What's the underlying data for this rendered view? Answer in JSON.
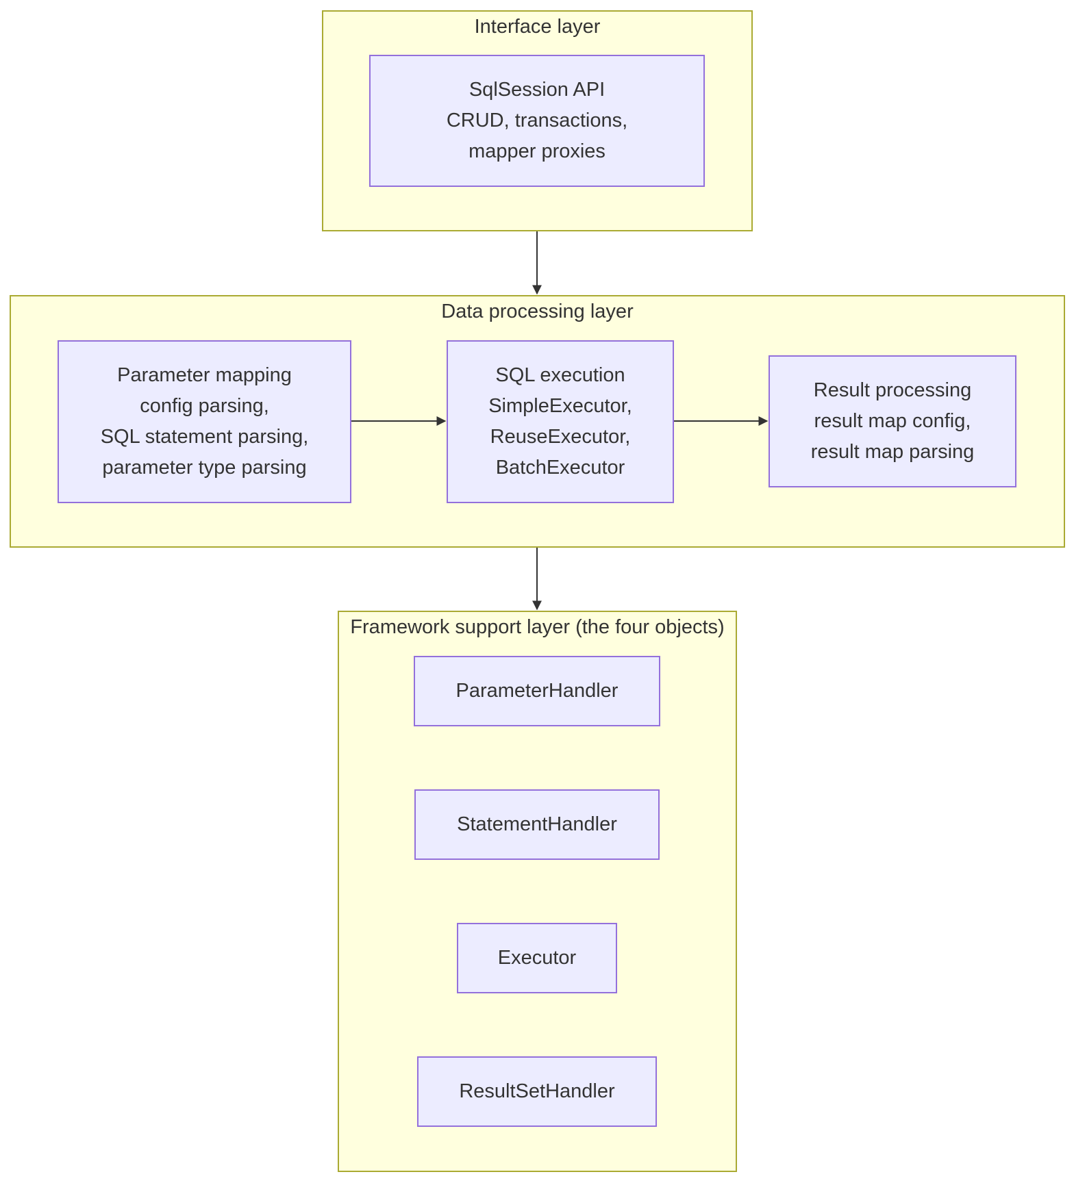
{
  "layers": {
    "interface": {
      "title": "Interface layer",
      "node": {
        "lines": [
          "SqlSession API",
          "CRUD, transactions,",
          "mapper proxies"
        ]
      }
    },
    "data_processing": {
      "title": "Data processing layer",
      "nodes": {
        "parameter_mapping": {
          "lines": [
            "Parameter mapping",
            "config parsing,",
            "SQL statement parsing,",
            "parameter type parsing"
          ]
        },
        "sql_execution": {
          "lines": [
            "SQL execution",
            "SimpleExecutor,",
            "ReuseExecutor,",
            "BatchExecutor"
          ]
        },
        "result_processing": {
          "lines": [
            "Result processing",
            "result map config,",
            "result map parsing"
          ]
        }
      }
    },
    "framework_support": {
      "title": "Framework support layer (the four objects)",
      "nodes": {
        "parameter_handler": "ParameterHandler",
        "statement_handler": "StatementHandler",
        "executor": "Executor",
        "result_set_handler": "ResultSetHandler"
      }
    }
  },
  "edges": [
    {
      "from": "Interface layer",
      "to": "Data processing layer"
    },
    {
      "from": "Parameter mapping",
      "to": "SQL execution"
    },
    {
      "from": "SQL execution",
      "to": "Result processing"
    },
    {
      "from": "Data processing layer",
      "to": "Framework support layer (the four objects)"
    }
  ],
  "colors": {
    "layer_fill": "#ffffde",
    "layer_border": "#aaaa33",
    "node_fill": "#ececff",
    "node_border": "#9370db",
    "edge": "#333333",
    "text": "#333333"
  }
}
